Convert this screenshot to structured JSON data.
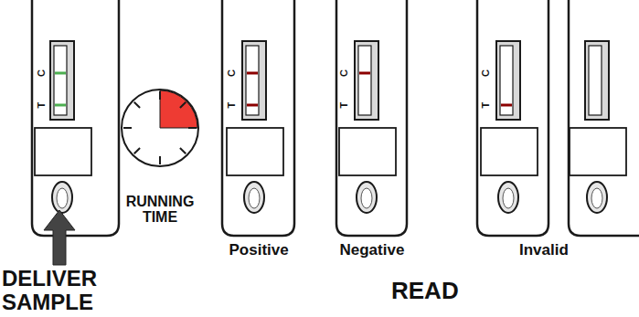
{
  "diagram": {
    "labels": [
      "C",
      "T",
      "RUNNING TIME",
      "C",
      "T",
      "C",
      "T",
      "C",
      "T",
      "DELIVER SAMPLE",
      "Positive",
      "Negative",
      "Invalid",
      "READ"
    ]
  }
}
